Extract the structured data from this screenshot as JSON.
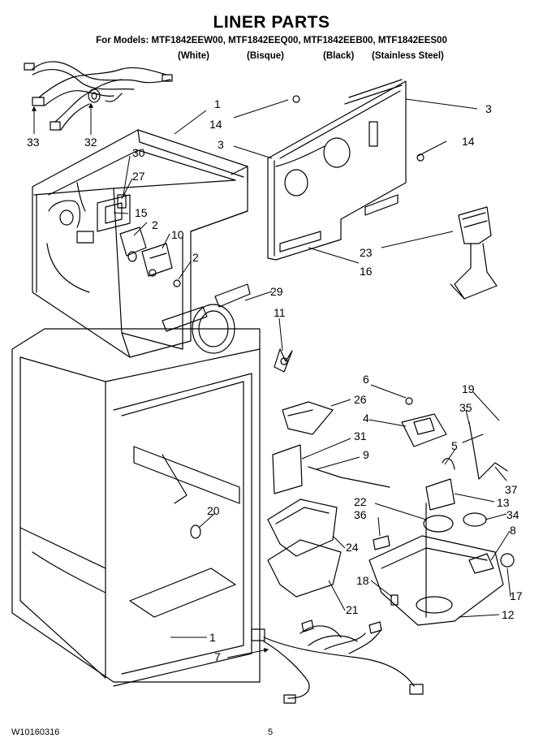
{
  "header": {
    "title": "LINER PARTS",
    "models": "For Models: MTF1842EEW00, MTF1842EEQ00, MTF1842EEB00, MTF1842EES00",
    "colors": [
      "(White)",
      "(Bisque)",
      "(Black)",
      "(Stainless Steel)"
    ]
  },
  "callouts": [
    "1",
    "14",
    "3",
    "3",
    "14",
    "33",
    "32",
    "30",
    "27",
    "15",
    "2",
    "10",
    "2",
    "23",
    "16",
    "29",
    "11",
    "6",
    "26",
    "4",
    "31",
    "9",
    "19",
    "35",
    "5",
    "37",
    "13",
    "20",
    "22",
    "36",
    "34",
    "8",
    "24",
    "18",
    "17",
    "21",
    "12",
    "1",
    "7"
  ],
  "footer": {
    "doc_number": "W10160316",
    "page_number": "5"
  }
}
